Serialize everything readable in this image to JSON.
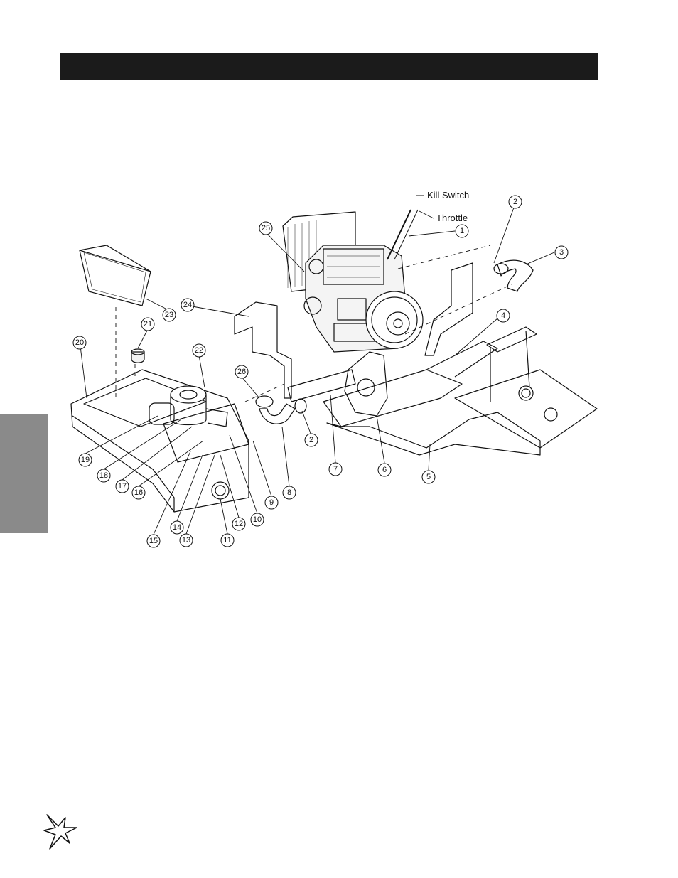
{
  "labels": {
    "kill_switch": "Kill Switch",
    "throttle": "Throttle"
  },
  "callouts": [
    "1",
    "2",
    "2",
    "3",
    "4",
    "5",
    "6",
    "7",
    "8",
    "9",
    "10",
    "11",
    "12",
    "13",
    "14",
    "15",
    "16",
    "17",
    "18",
    "19",
    "20",
    "21",
    "22",
    "23",
    "24",
    "25",
    "26"
  ],
  "colors": {
    "header": "#1b1b1b",
    "side_tab": "#8a8a8a",
    "ink": "#111111"
  },
  "icons": {
    "logo": "star-burst-logo"
  }
}
